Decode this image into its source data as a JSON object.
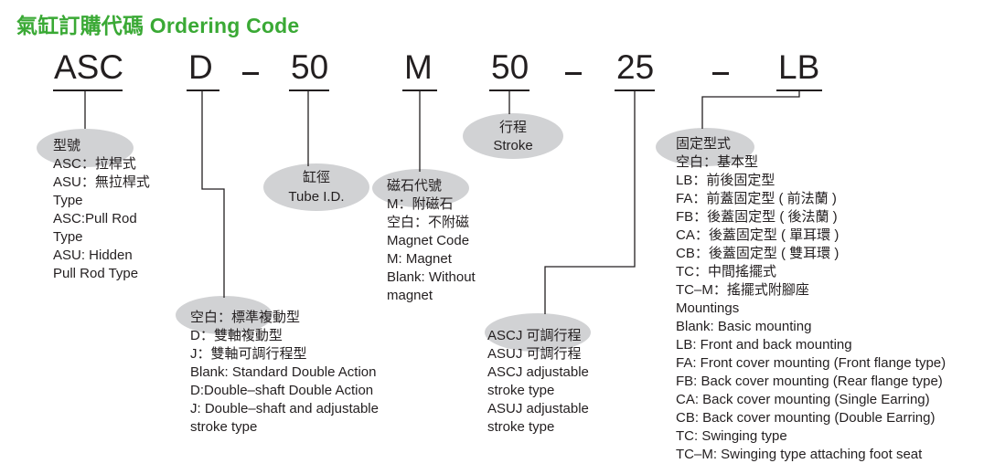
{
  "title": "氣缸訂購代碼 Ordering Code",
  "code_parts": {
    "series": "ASC",
    "action": "D",
    "bore": "50",
    "magnet": "M",
    "stroke": "50",
    "adjust": "25",
    "mounting": "LB",
    "separator": "–"
  },
  "groups": {
    "type": {
      "heading": "型號",
      "lines": [
        "ASC：拉桿式",
        "ASU：無拉桿式",
        "Type",
        "ASC:Pull Rod",
        "Type",
        "ASU: Hidden",
        "Pull Rod Type"
      ]
    },
    "action": {
      "heading": "空白：標準複動型",
      "lines": [
        "D：雙軸複動型",
        "J：雙軸可調行程型",
        "Blank: Standard Double Action",
        "D:Double–shaft Double Action",
        "J: Double–shaft and adjustable",
        "stroke type"
      ]
    },
    "bore": {
      "heading_zh": "缸徑",
      "heading_en": "Tube I.D."
    },
    "magnet": {
      "heading": "磁石代號",
      "lines": [
        "M：附磁石",
        "空白：不附磁",
        "Magnet Code",
        "M: Magnet",
        "Blank: Without",
        "magnet"
      ]
    },
    "stroke": {
      "heading_zh": "行程",
      "heading_en": "Stroke"
    },
    "adjust": {
      "heading": "ASCJ 可調行程",
      "lines": [
        "ASUJ 可調行程",
        "ASCJ adjustable",
        "stroke type",
        "ASUJ adjustable",
        "stroke type"
      ]
    },
    "mounting": {
      "heading": "固定型式",
      "lines": [
        "空白：基本型",
        "LB：前後固定型",
        "FA：前蓋固定型 ( 前法蘭 )",
        "FB：後蓋固定型 ( 後法蘭 )",
        "CA：後蓋固定型 ( 單耳環 )",
        "CB：後蓋固定型 ( 雙耳環 )",
        "TC：中間搖擺式",
        "TC–M：搖擺式附腳座",
        "Mountings",
        "Blank: Basic mounting",
        "LB: Front and back mounting",
        "FA: Front cover mounting (Front flange type)",
        "FB: Back cover mounting (Rear flange type)",
        "CA: Back cover mounting (Single Earring)",
        "CB: Back cover mounting (Double Earring)",
        "TC: Swinging type",
        "TC–M: Swinging type attaching foot seat"
      ]
    }
  },
  "colors": {
    "title": "#3aa935",
    "bubble": "#d1d2d4",
    "text": "#231f20"
  }
}
